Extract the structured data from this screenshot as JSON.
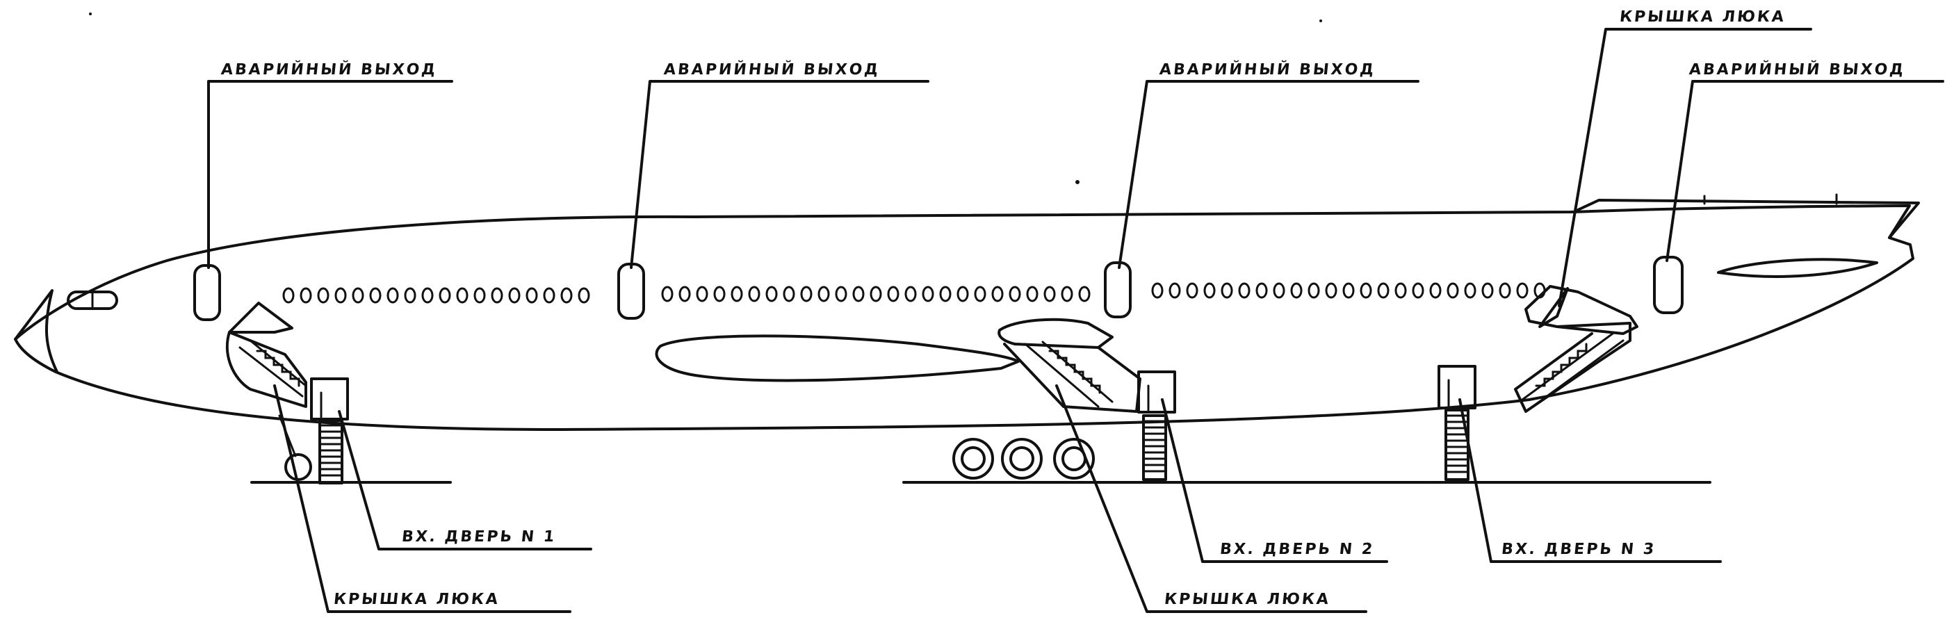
{
  "labels": {
    "exit1": "АВАРИЙНЫЙ ВЫХОД",
    "exit2": "АВАРИЙНЫЙ ВЫХОД",
    "exit3": "АВАРИЙНЫЙ ВЫХОД",
    "exit4": "АВАРИЙНЫЙ ВЫХОД",
    "hatch_top": "КРЫШКА ЛЮКА",
    "hatch_bottom_left": "КРЫШКА ЛЮКА",
    "hatch_bottom_mid": "КРЫШКА ЛЮКА",
    "door1": "ВХ. ДВЕРЬ N 1",
    "door2": "ВХ. ДВЕРЬ N 2",
    "door3": "ВХ. ДВЕРЬ N 3"
  }
}
